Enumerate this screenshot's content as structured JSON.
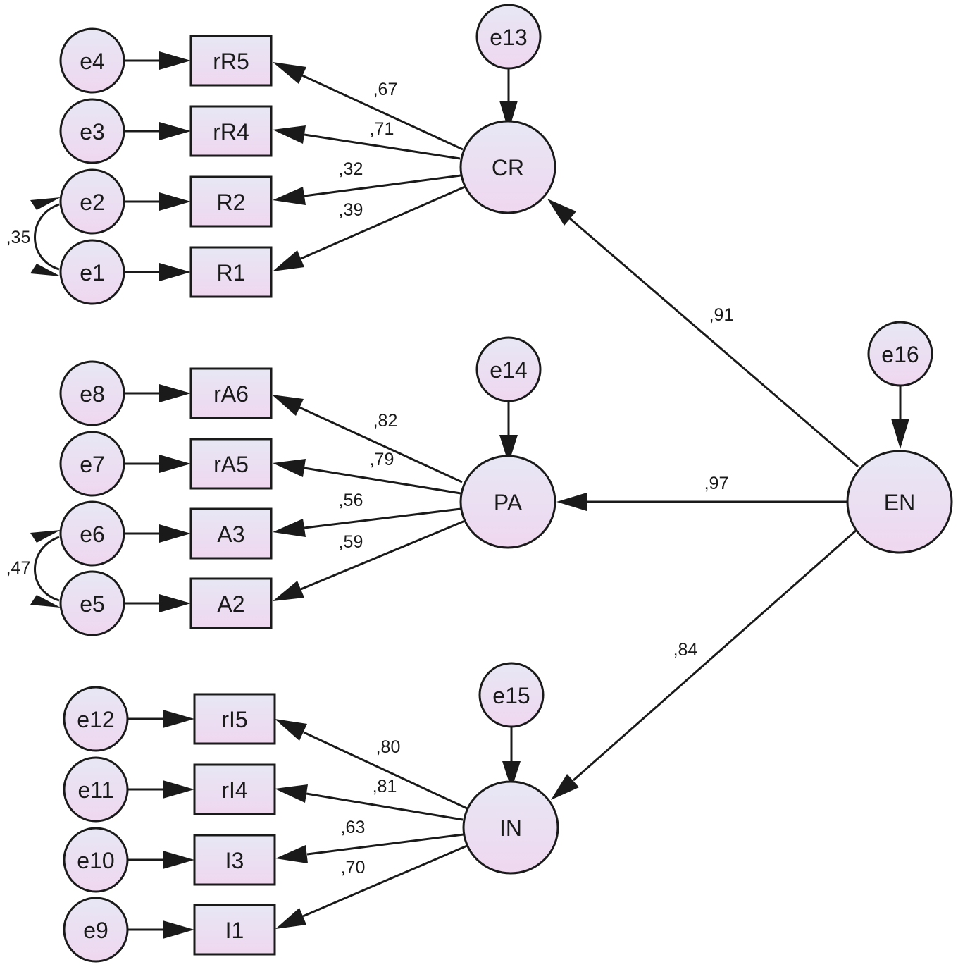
{
  "diagram": {
    "errors": {
      "e1": "e1",
      "e2": "e2",
      "e3": "e3",
      "e4": "e4",
      "e5": "e5",
      "e6": "e6",
      "e7": "e7",
      "e8": "e8",
      "e9": "e9",
      "e10": "e10",
      "e11": "e11",
      "e12": "e12",
      "e13": "e13",
      "e14": "e14",
      "e15": "e15",
      "e16": "e16"
    },
    "indicators": {
      "rR5": "rR5",
      "rR4": "rR4",
      "R2": "R2",
      "R1": "R1",
      "rA6": "rA6",
      "rA5": "rA5",
      "A3": "A3",
      "A2": "A2",
      "rI5": "rI5",
      "rI4": "rI4",
      "I3": "I3",
      "I1": "I1"
    },
    "latents": {
      "CR": "CR",
      "PA": "PA",
      "IN": "IN",
      "EN": "EN"
    },
    "loadings": {
      "CR_rR5": ",67",
      "CR_rR4": ",71",
      "CR_R2": ",32",
      "CR_R1": ",39",
      "PA_rA6": ",82",
      "PA_rA5": ",79",
      "PA_A3": ",56",
      "PA_A2": ",59",
      "IN_rI5": ",80",
      "IN_rI4": ",81",
      "IN_I3": ",63",
      "IN_I1": ",70",
      "EN_CR": ",91",
      "EN_PA": ",97",
      "EN_IN": ",84"
    },
    "covariances": {
      "e1_e2": ",35",
      "e5_e6": ",47"
    },
    "colors": {
      "fill_top": "#e7e7f4",
      "fill_bottom": "#efd7f0",
      "stroke": "#1a1a1a"
    }
  }
}
